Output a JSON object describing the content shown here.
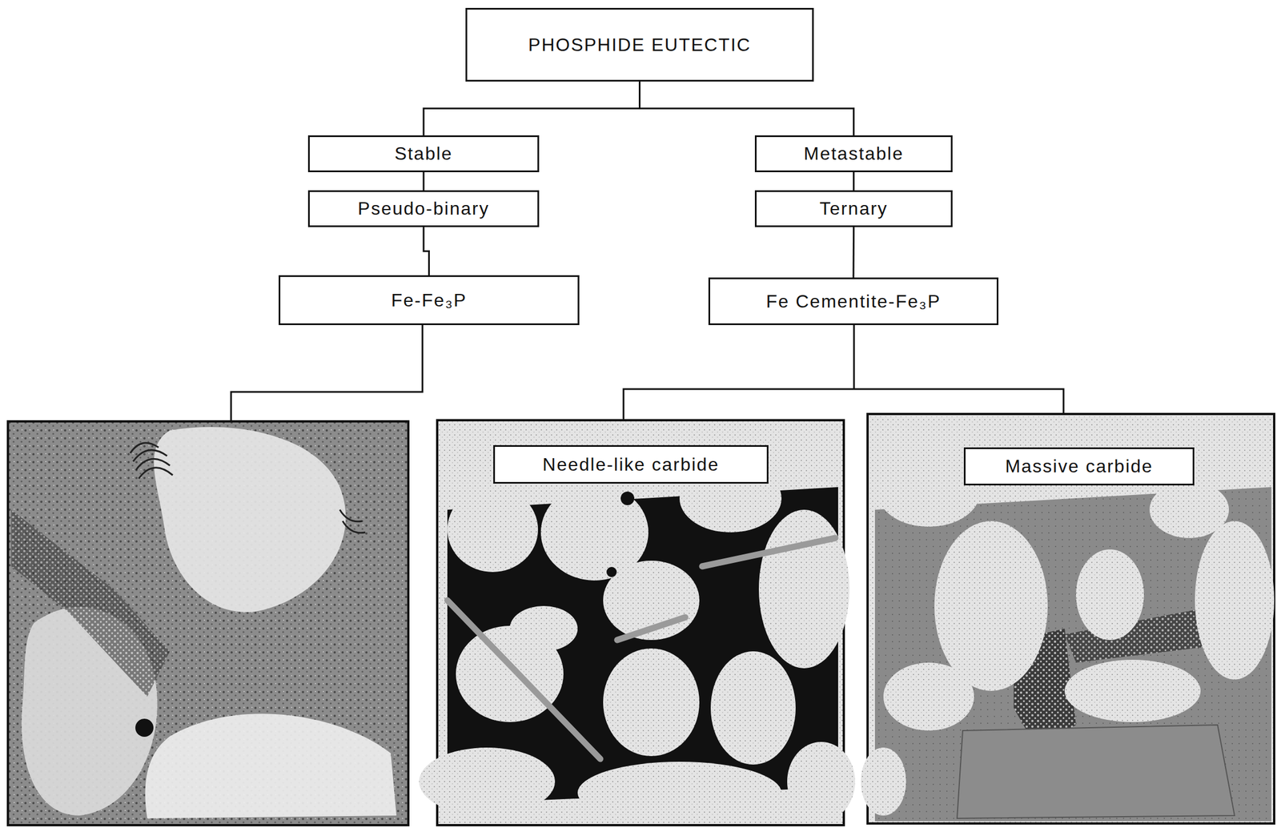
{
  "diagram": {
    "nodes": [
      {
        "text": [
          "PHOSPHIDE EUTECTIC"
        ]
      },
      {
        "text": [
          "Stable"
        ]
      },
      {
        "text": [
          "Pseudo-binary"
        ]
      },
      {
        "text": [
          "Fe-Fe₃P"
        ]
      },
      {
        "text": [
          "Metastable"
        ]
      },
      {
        "text": [
          "Ternary"
        ]
      },
      {
        "text": [
          "Fe Cementite-Fe₃P"
        ]
      },
      {
        "text": [
          "Needle-like carbide"
        ]
      },
      {
        "text": [
          "Massive carbide"
        ]
      }
    ],
    "edges": [
      {
        "from": 0,
        "to": 1,
        "arrow": "none"
      },
      {
        "from": 0,
        "to": 4,
        "arrow": "none"
      },
      {
        "from": 1,
        "to": 2,
        "arrow": "none"
      },
      {
        "from": 2,
        "to": 3,
        "arrow": "none"
      },
      {
        "from": 4,
        "to": 5,
        "arrow": "none"
      },
      {
        "from": 5,
        "to": 6,
        "arrow": "none"
      }
    ]
  }
}
